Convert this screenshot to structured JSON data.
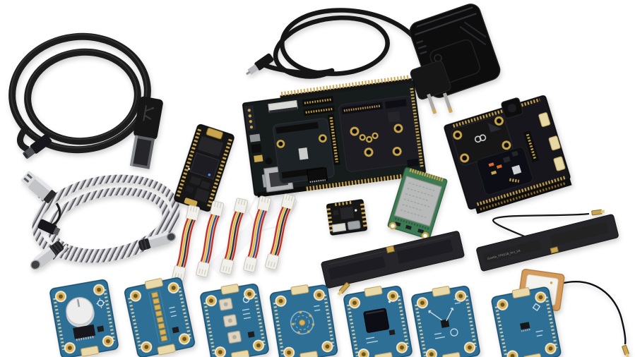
{
  "window": {
    "type": "product-photo",
    "background": "#ffffff"
  },
  "scene": {
    "description": "Product photograph of an IoT development kit: cables, power adapter, carrier boards, radio modules, antennas and seven blue sensor breakout modules on a white background",
    "antenna_print": "GaoKe_YF0038_Ant_V4",
    "counts": {
      "jst_cables": 5,
      "blue_modules": 7,
      "flex_antennas": 2
    },
    "kit_items": [
      {
        "id": "usb-cable-black",
        "label": "Black coiled USB-A to micro-USB cable"
      },
      {
        "id": "usb-cable-braided",
        "label": "Grey braided coiled USB-A to USB-C cable"
      },
      {
        "id": "power-adapter",
        "label": "Black EU wall power adapter with coiled barrel-jack cable"
      },
      {
        "id": "main-dev-board",
        "label": "Main development carrier board, black PCB with pin headers and Ethernet port"
      },
      {
        "id": "som-module",
        "label": "Black system-on-module board with castellated edge pads"
      },
      {
        "id": "jst-cables",
        "label": "Five JST cables with red, yellow, black and blue wires"
      },
      {
        "id": "mini-usb-module",
        "label": "Tiny black breakout module with micro-USB connector"
      },
      {
        "id": "cellular-modem-card",
        "label": "Green mini-PCIe cellular modem with metal shield"
      },
      {
        "id": "flex-antenna-left",
        "label": "Flexible black PCB antenna with u.FL pigtail"
      },
      {
        "id": "flex-antenna-right",
        "label": "Flexible black PCB antenna with u.FL pigtail and printed label"
      },
      {
        "id": "gps-patch-antenna",
        "label": "Ceramic GPS patch antenna with u.FL cable"
      },
      {
        "id": "module-rotary-knob",
        "label": "Blue module with white rotary knob"
      },
      {
        "id": "module-led-bar",
        "label": "Blue module with LED bar column"
      },
      {
        "id": "module-buttons",
        "label": "Blue module with three push buttons"
      },
      {
        "id": "module-speaker",
        "label": "Blue module with circular pad ring"
      },
      {
        "id": "module-buzzer",
        "label": "Blue module with black buzzer"
      },
      {
        "id": "module-imu",
        "label": "Blue IMU module with silkscreen axes"
      },
      {
        "id": "module-sensor",
        "label": "Blue sensor breakout module"
      }
    ],
    "colors": {
      "background": "#ffffff",
      "pcb_black": "#17181b",
      "pcb_blue": "#2d7095",
      "pcb_green": "#3c7a52",
      "gold": "#c9a64e",
      "cream_connector": "#ead9a8",
      "metal": "#c4c6ca",
      "cable_black": "#1a1a1c",
      "braid_grey": "#a9a9af",
      "wire_red": "#c23127",
      "wire_yellow": "#e0b93c",
      "wire_blue": "#3b4d85"
    }
  }
}
